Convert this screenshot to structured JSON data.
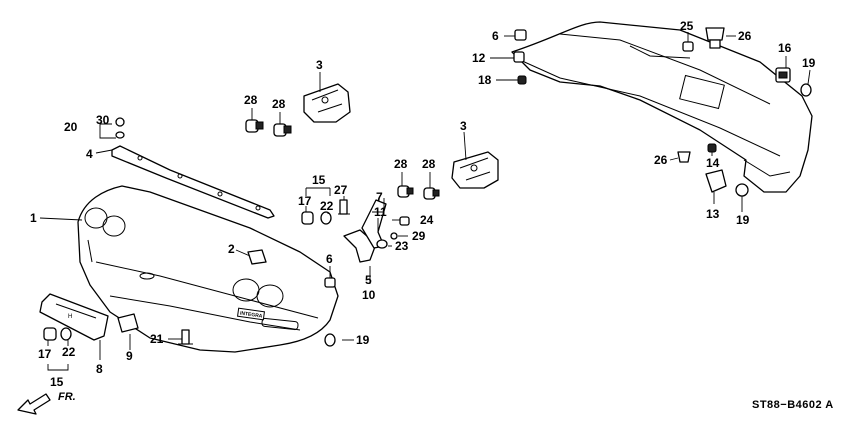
{
  "diagram": {
    "drawing_code": "ST88−B4602 A",
    "direction_marker": "FR.",
    "labels": {
      "p1": "1",
      "p2": "2",
      "p3a": "3",
      "p3b": "3",
      "p4": "4",
      "p5": "5",
      "p6a": "6",
      "p6b": "6",
      "p7": "7",
      "p8": "8",
      "p9": "9",
      "p10": "10",
      "p11": "11",
      "p12": "12",
      "p13": "13",
      "p14": "14",
      "p15a": "15",
      "p15b": "15",
      "p16": "16",
      "p17a": "17",
      "p17b": "17",
      "p18": "18",
      "p19a": "19",
      "p19b": "19",
      "p19c": "19",
      "p20": "20",
      "p21": "21",
      "p22a": "22",
      "p22b": "22",
      "p23": "23",
      "p24": "24",
      "p25": "25",
      "p26a": "26",
      "p26b": "26",
      "p27": "27",
      "p28a": "28",
      "p28b": "28",
      "p28c": "28",
      "p28d": "28",
      "p29": "29",
      "p30": "30"
    },
    "embossed_text": {
      "front_bumper_badge": "INTEGRA",
      "license_bracket": "H"
    }
  }
}
